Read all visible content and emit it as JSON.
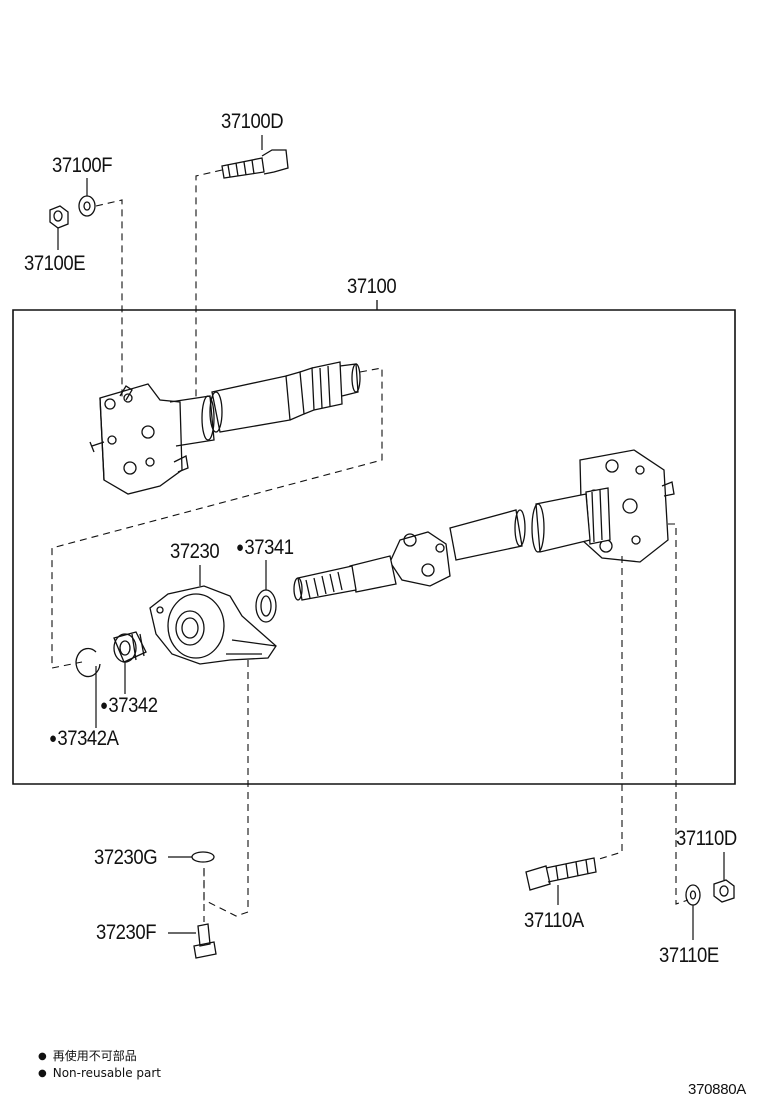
{
  "parts": {
    "p37100D": "37100D",
    "p37100F": "37100F",
    "p37100E": "37100E",
    "p37100": "37100",
    "p37230": "37230",
    "p37341": "37341",
    "p37342": "37342",
    "p37342A": "37342A",
    "p37230G": "37230G",
    "p37230F": "37230F",
    "p37110A": "37110A",
    "p37110D": "37110D",
    "p37110E": "37110E"
  },
  "legend": {
    "note_ja": "再使用不可部品",
    "note_en": "Non-reusable part"
  },
  "figure_number": "370880A"
}
